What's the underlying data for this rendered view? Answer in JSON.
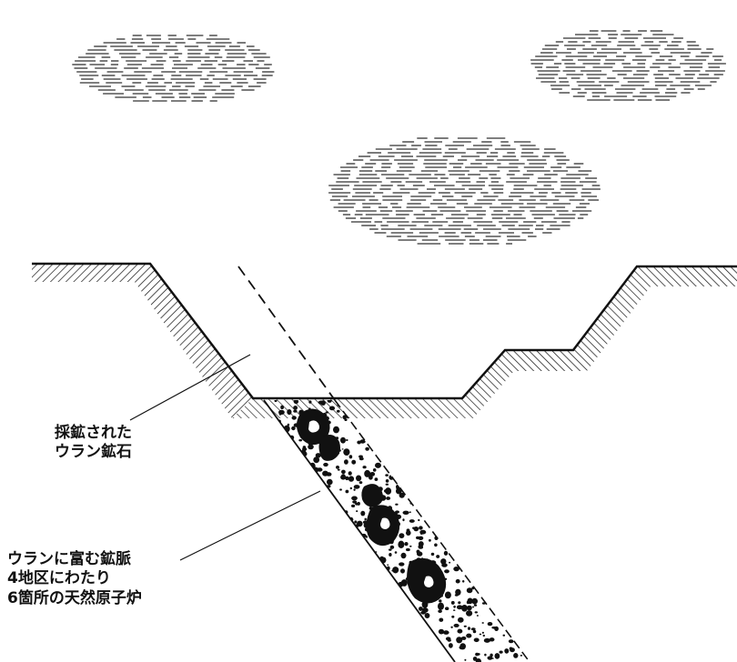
{
  "labels": {
    "mined_ore": [
      "採鉱された",
      "ウラン鉱石"
    ],
    "ore_vein": [
      "ウランに富む鉱脈",
      "4地区にわたり",
      "6箇所の天然原子炉"
    ]
  },
  "colors": {
    "ink": "#111111",
    "background": "#ffffff"
  },
  "icons": [
    "cloud-icon",
    "cloud-icon",
    "cloud-icon"
  ]
}
